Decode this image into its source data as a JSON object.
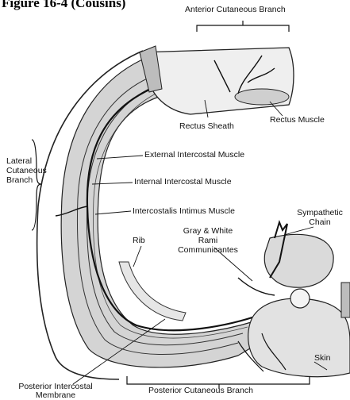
{
  "figure": {
    "title": "Figure 16-4 (Cousins)"
  },
  "labels": {
    "anterior_cutaneous_branch": "Anterior Cutaneous Branch",
    "rectus_sheath": "Rectus Sheath",
    "rectus_muscle": "Rectus Muscle",
    "lateral_cutaneous_branch_1": "Lateral",
    "lateral_cutaneous_branch_2": "Cutaneous",
    "lateral_cutaneous_branch_3": "Branch",
    "external_intercostal_muscle": "External Intercostal Muscle",
    "internal_intercostal_muscle": "Internal Intercostal Muscle",
    "intercostalis_intimus_muscle": "Intercostalis Intimus Muscle",
    "sympathetic_chain_1": "Sympathetic",
    "sympathetic_chain_2": "Chain",
    "rib": "Rib",
    "rami_1": "Gray & White",
    "rami_2": "Rami",
    "rami_3": "Communicantes",
    "posterior_intercostal_membrane_1": "Posterior Intercostal",
    "posterior_intercostal_membrane_2": "Membrane",
    "posterior_cutaneous_branch": "Posterior Cutaneous Branch",
    "skin": "Skin"
  }
}
